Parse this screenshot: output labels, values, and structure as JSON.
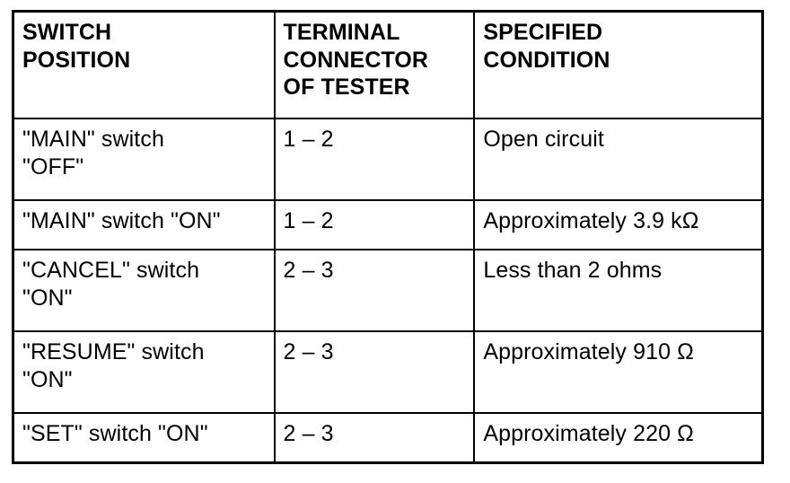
{
  "table": {
    "columns": [
      {
        "key": "switch_position",
        "label": "SWITCH\nPOSITION"
      },
      {
        "key": "terminal_connector",
        "label": "TERMINAL\nCONNECTOR\nOF TESTER"
      },
      {
        "key": "specified_condition",
        "label": "SPECIFIED\nCONDITION"
      }
    ],
    "rows": [
      {
        "switch_position": "\"MAIN\" switch\n\"OFF\"",
        "terminal_connector": "1 – 2",
        "specified_condition": "Open circuit",
        "height": "tall"
      },
      {
        "switch_position": "\"MAIN\" switch \"ON\"",
        "terminal_connector": "1 – 2",
        "specified_condition": "Approximately 3.9 kΩ",
        "height": "short"
      },
      {
        "switch_position": "\"CANCEL\" switch\n\"ON\"",
        "terminal_connector": "2 – 3",
        "specified_condition": "Less than 2 ohms",
        "height": "tall"
      },
      {
        "switch_position": "\"RESUME\" switch\n\"ON\"",
        "terminal_connector": "2 – 3",
        "specified_condition": "Approximately 910 Ω",
        "height": "tall"
      },
      {
        "switch_position": "\"SET\" switch \"ON\"",
        "terminal_connector": "2 – 3",
        "specified_condition": "Approximately 220 Ω",
        "height": "short"
      }
    ]
  },
  "colors": {
    "border": "#000000",
    "text": "#000000",
    "background": "#ffffff"
  }
}
